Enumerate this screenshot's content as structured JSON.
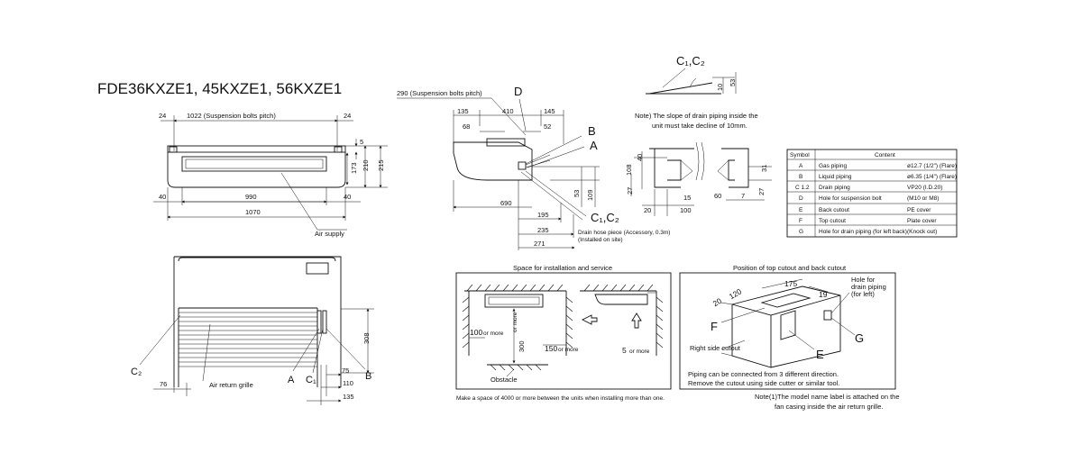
{
  "title": "FDE36KXZE1, 45KXZE1, 56KXZE1",
  "front_view": {
    "bolt_pitch": "1022 (Suspension bolts pitch)",
    "side_24_left": "24",
    "side_24_right": "24",
    "dim_5": "5",
    "dim_173": "173",
    "dim_210": "210",
    "dim_215": "215",
    "dim_40_left": "40",
    "dim_990": "990",
    "dim_40_right": "40",
    "dim_1070": "1070",
    "air_supply": "Air supply"
  },
  "lower_view": {
    "dim_308": "308",
    "dim_75": "75",
    "dim_110": "110",
    "dim_135": "135",
    "dim_76": "76",
    "air_return": "Air return grille",
    "label_c2": "C₂",
    "label_a": "A",
    "label_c1": "C₁",
    "label_b": "B"
  },
  "side_view": {
    "bolt_pitch_290": "290 (Suspension bolts pitch)",
    "label_d": "D",
    "dim_135": "135",
    "dim_410": "410",
    "dim_145": "145",
    "dim_68": "68",
    "dim_52": "52",
    "label_b": "B",
    "label_a": "A",
    "dim_690": "690",
    "dim_53": "53",
    "dim_109": "109",
    "dim_195": "195",
    "dim_235": "235",
    "dim_271": "271",
    "label_c1c2": "C₁,C₂",
    "drain_hose_line1": "Drain hose piece (Accessory, 0.3m)",
    "drain_hose_line2": "(Installed on site)"
  },
  "slope_detail": {
    "label": "C₁,C₂",
    "dim_10": "10",
    "dim_53": "53",
    "note_line1": "Note) The slope of drain piping inside the",
    "note_line2": "unit must take decline of 10mm."
  },
  "pipe_details": {
    "dim_40": "40",
    "dim_108": "108",
    "dim_27_left": "27",
    "dim_20": "20",
    "dim_15": "15",
    "dim_100": "100",
    "dim_60": "60",
    "dim_7": "7",
    "dim_27_right": "27",
    "dim_31": "31"
  },
  "symbol_table": {
    "headers": [
      "Symbol",
      "Content"
    ],
    "rows": [
      {
        "symbol": "A",
        "content": "Gas piping",
        "spec": "ø12.7 (1/2\") (Flare)"
      },
      {
        "symbol": "B",
        "content": "Liquid piping",
        "spec": "ø6.35 (1/4\") (Flare)"
      },
      {
        "symbol": "C 1.2",
        "content": "Drain piping",
        "spec": "VP20 (I.D.20)"
      },
      {
        "symbol": "D",
        "content": "Hole for suspension bolt",
        "spec": "(M10 or M8)"
      },
      {
        "symbol": "E",
        "content": "Back cutout",
        "spec": "PE cover"
      },
      {
        "symbol": "F",
        "content": "Top cutout",
        "spec": "Plate cover"
      },
      {
        "symbol": "G",
        "content": "Hole for drain piping (for left back)",
        "spec": "(Knock out)"
      }
    ]
  },
  "installation_space": {
    "title": "Space for installation and service",
    "dim_100": "100",
    "dim_100_unit": "or more",
    "dim_300": "300",
    "dim_300_unit": "or more",
    "dim_150": "150",
    "dim_150_unit": "or more",
    "dim_5": "5",
    "dim_5_unit": "or more",
    "obstacle": "Obstacle",
    "footnote": "Make a space of 4000 or more between the units when installing more than one."
  },
  "cutout_position": {
    "title": "Position of top cutout and back cutout",
    "dim_175": "175",
    "dim_19": "19",
    "dim_20": "20",
    "dim_120": "120",
    "hole_line1": "Hole for",
    "hole_line2": "drain piping",
    "hole_line3": "(for left)",
    "label_f": "F",
    "label_g": "G",
    "label_e": "E",
    "right_side": "Right side cutout",
    "note_line1": "Piping can be connected from 3 different direction.",
    "note_line2": "Remove the cutout using side cutter or similar tool.",
    "model_note_line1": "Note(1)The model name label is attached on the",
    "model_note_line2": "fan casing inside the air return grille."
  }
}
